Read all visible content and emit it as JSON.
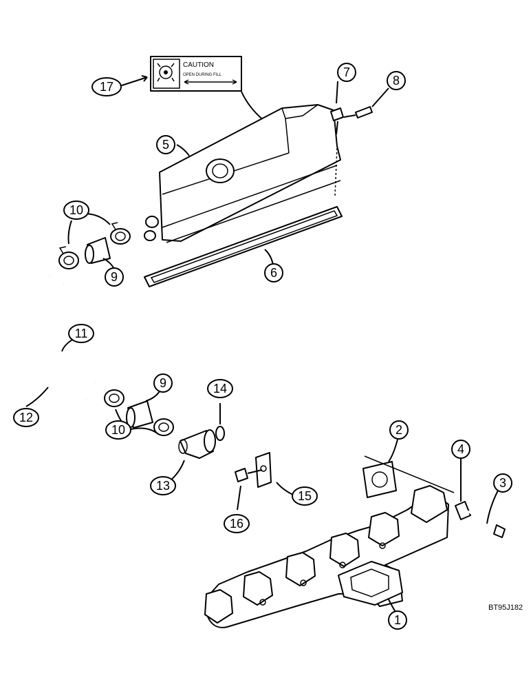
{
  "decal": {
    "title": "CAUTION",
    "subtitle": "OPEN DURING FILL"
  },
  "reference_code": "BT95J182",
  "callouts": {
    "c1": "1",
    "c2": "2",
    "c3": "3",
    "c4": "4",
    "c5": "5",
    "c6": "6",
    "c7": "7",
    "c8": "8",
    "c9a": "9",
    "c9b": "9",
    "c10a": "10",
    "c10b": "10",
    "c11": "11",
    "c12": "12",
    "c13": "13",
    "c14": "14",
    "c15": "15",
    "c16": "16",
    "c17": "17"
  }
}
